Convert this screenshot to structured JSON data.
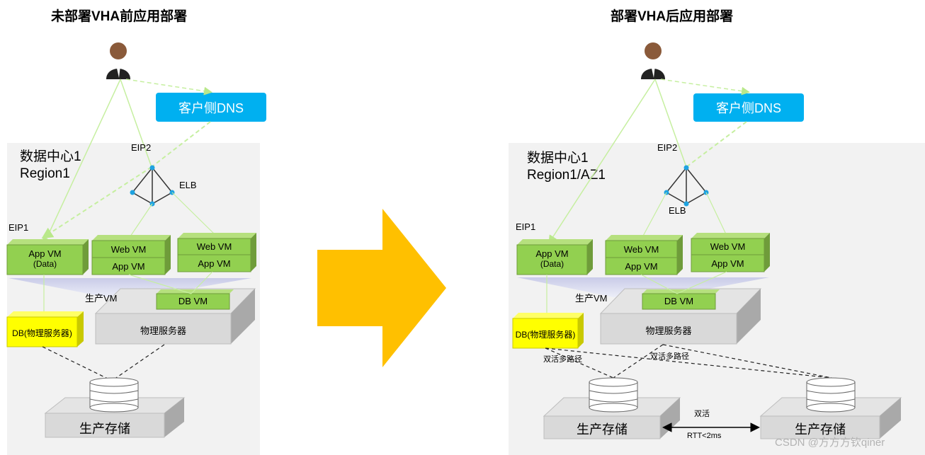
{
  "left": {
    "title": "未部署VHA前应用部署",
    "dns_label": "客户侧DNS",
    "datacenter_line1": "数据中心1",
    "datacenter_line2": "Region1",
    "eip1": "EIP1",
    "eip2": "EIP2",
    "elb": "ELB",
    "app_vm_label": "App VM",
    "app_vm_sub": "(Data)",
    "web_vm": "Web VM",
    "app_vm": "App VM",
    "prod_vm": "生产VM",
    "db_vm": "DB VM",
    "physical_server": "物理服务器",
    "db_physical": "DB(物理服务器)",
    "storage": "生产存储"
  },
  "right": {
    "title": "部署VHA后应用部署",
    "dns_label": "客户侧DNS",
    "datacenter_line1": "数据中心1",
    "datacenter_line2": "Region1/AZ1",
    "eip1": "EIP1",
    "eip2": "EIP2",
    "elb": "ELB",
    "app_vm_label": "App VM",
    "app_vm_sub": "(Data)",
    "web_vm": "Web VM",
    "app_vm": "App VM",
    "prod_vm": "生产VM",
    "db_vm": "DB VM",
    "physical_server": "物理服务器",
    "db_physical": "DB(物理服务器)",
    "multipath_1": "双活多路径",
    "multipath_2": "双活多路径",
    "active_active": "双活",
    "rtt": "RTT<2ms",
    "storage_1": "生产存储",
    "storage_2": "生产存储"
  },
  "watermark": "CSDN @方方方钦qiner",
  "colors": {
    "panel_bg": "#f2f2f2",
    "vm_green": "#92d050",
    "dns_blue": "#00b0f0",
    "arrow_orange": "#ffc000",
    "db_yellow": "#ffff00",
    "link_green": "#c6efa0"
  }
}
